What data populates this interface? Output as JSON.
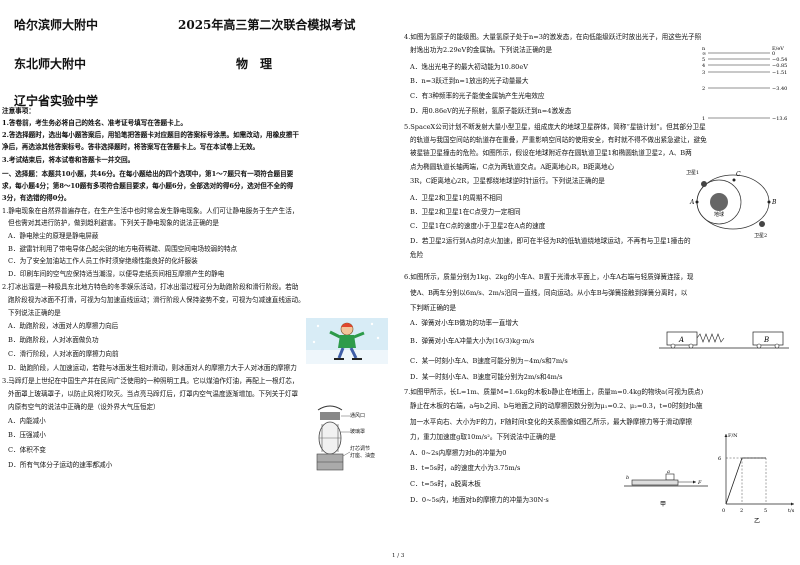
{
  "header": {
    "school1": "哈尔滨师大附中",
    "school2": "东北师大附中",
    "school3": "辽宁省实验中学",
    "exam_title": "2025年高三第二次联合模拟考试",
    "subject": "物　理"
  },
  "notice": {
    "title": "注意事项：",
    "items": [
      "1.答卷前，考生务必将自己的姓名、准考证号填写在答题卡上。",
      "2.答选择题时，选出每小题答案后，用铅笔把答题卡对应题目的答案标号涂黑。如需改动，用橡皮擦干",
      "净后，再选涂其他答案标号。答非选择题时，将答案写在答题卡上。写在本试卷上无效。",
      "3.考试结束后，将本试卷和答题卡一并交回。"
    ]
  },
  "section1": [
    "一、选择题：本题共10小题，共46分。在每小题给出的四个选项中，第1～7题只有一项符合题目要",
    "求，每小题4分；第8～10题有多项符合题目要求，每小题6分，全部选对的得6分，选对但不全的得",
    "3分，有选错的得0分。"
  ],
  "q1": {
    "lines": [
      "1.静电现象在自然界普遍存在，在生产生活中也时常会发生静电现象。人们可让静电服务于生产生活，",
      "但也需对其进行防护，做到趋利避害。下列关于静电现象的说法正确的是"
    ],
    "options": [
      "A．静电除尘的原理是静电屏蔽",
      "B．避雷针利用了带电导体凸起尖锐的地方电荷稀疏、周围空间电场较弱的特点",
      "C．为了安全加油站工作人员工作时须穿绝缘性能良好的化纤服装",
      "D．印刷车间的空气应保持适当潮湿，以便导走纸页间相互摩擦产生的静电"
    ]
  },
  "q2": {
    "lines": [
      "2.打冰出溜是一种极具东北地方特色的冬季娱乐活动，打冰出溜过程可分为助跑阶段和滑行阶段。若助",
      "跑阶段视为冰面不打滑，可视为匀加速直线运动；滑行阶段人保持姿势不变，可视为匀减速直线运动。",
      "下列说法正确的是"
    ],
    "options": [
      "A．助跑阶段，冰面对人的摩擦力向后",
      "B．助跑阶段，人对冰面做负功",
      "C．滑行阶段，人对冰面的摩擦力向前",
      "D．助跑阶段，人加速运动，若鞋与冰面发生相对滑动，则冰面对人的摩擦力大于人对冰面的摩擦力"
    ]
  },
  "q3": {
    "lines": [
      "3.马蹄灯是上世纪在中国生产并在民间广泛使用的一种照明工具。它以煤油作灯油，再配上一根灯芯，",
      "外面罩上玻璃罩子，以防止风将灯吹灭。当点亮马蹄灯后，灯罩内空气温度逐渐增加。下列关于灯罩",
      "内原有空气的说法中正确的是（设外界大气压恒定）"
    ],
    "options": [
      "A．内能减小",
      "B．压强减小",
      "C．体积不变",
      "D．所有气体分子运动的速率都减小"
    ],
    "labels": [
      "通风口",
      "玻璃罩",
      "灯芯调节",
      "灯座、油壶"
    ]
  },
  "q4": {
    "lines": [
      "4.如图为氢原子的能级图。大量氢原子处于n=3的激发态，在向低能级跃迁时放出光子，用这些光子照",
      "射逸出功为2.29eV的金属钠。下列说法正确的是"
    ],
    "options": [
      "A．逸出光电子的最大初动能为10.80eV",
      "B．n=3跃迁到n=1放出的光子动量最大",
      "C．有3种频率的光子能使金属钠产生光电效应",
      "D．用0.86eV的光子照射，氢原子能跃迁到n=4激发态"
    ],
    "levels": [
      {
        "n": "∞",
        "E": "0"
      },
      {
        "n": "5",
        "E": "−0.54"
      },
      {
        "n": "4",
        "E": "−0.85"
      },
      {
        "n": "3",
        "E": "−1.51"
      },
      {
        "n": "2",
        "E": "−3.40"
      },
      {
        "n": "1",
        "E": "−13.6"
      }
    ],
    "n_label": "n",
    "e_label": "E/eV"
  },
  "q5": {
    "lines": [
      "5.SpaceX公司计划不断发射大量小型卫星，组成庞大的地球卫星群体，简称“星链计划”。但其部分卫星",
      "的轨道与我国空间站的轨道存在重叠，严重影响空间站的使用安全，有时就不得不做出紧急避让，避免",
      "被星链卫星撞击的危险。如图所示，假设在地球附近存在圆轨道卫星1和椭圆轨道卫星2，A、B两",
      "点为椭圆轨道长轴两端，C点为两轨道交点。A距离地心R，B距离地心",
      "3R，C距离地心2R，卫星都绕地球逆时针运行。下列说法正确的是"
    ],
    "options": [
      "A．卫星2和卫星1的周期不相同",
      "B．卫星2和卫星1在C点受力一定相同",
      "C．卫星1在C点的速度小于卫星2在A点的速度",
      "D．若卫星2运行到A点时点火加速，即可在半径为R的低轨道绕地球运动，不再有与卫星1撞击的",
      "危险"
    ],
    "labels": {
      "sat1": "卫星1",
      "sat2": "卫星2",
      "earth": "地球",
      "A": "A",
      "B": "B",
      "C": "C"
    }
  },
  "q6": {
    "lines": [
      "6.如图所示，质量分别为1kg、2kg的小车A、B置于光滑水平面上，小车A右端与轻质弹簧连接，现",
      "使A、B两车分别以6m/s、2m/s沿同一直线，同向运动。从小车B与弹簧接触到弹簧分离时，以",
      "下判断正确的是"
    ],
    "options": [
      "A．弹簧对小车B做功的功率一直增大",
      "B．弹簧对小车A冲量大小为(16/3)kg·m/s",
      "C．某一时刻小车A、B速度可能分别为−4m/s和7m/s",
      "D．某一时刻小车A、B速度可能分别为2m/s和4m/s"
    ],
    "labels": {
      "A": "A",
      "B": "B"
    }
  },
  "q7": {
    "lines": [
      "7.如图甲所示，长L=1m、质量M=1.6kg的木板b静止在地面上，质量m=0.4kg的物块a(可视为质点)",
      "静止在木板的右端，a与b之间、b与地面之间的动摩擦因数分别为μ₁=0.2、μ₂=0.3，t=0时刻对b施",
      "加一水平向右、大小为F的力，F随时间t变化的关系图像如图乙所示，最大静摩擦力等于滑动摩擦",
      "力，重力加速度g取10m/s²。下列说法中正确的是"
    ],
    "options": [
      "A．0~2s内摩擦力对b的冲量为0",
      "B．t=5s时，a的速度大小为3.75m/s",
      "C．t=5s时，a脱离木板",
      "D．0~5s内，地面对b的摩擦力的冲量为30N·s"
    ],
    "labels": {
      "jia": "甲",
      "yi": "乙",
      "F": "F/N",
      "t": "t/s",
      "a": "a",
      "b": "b",
      "Fforce": "F"
    },
    "graph": {
      "y_tick": "6",
      "x_ticks": [
        "0",
        "2",
        "5"
      ]
    }
  },
  "page_number": "1 / 3"
}
